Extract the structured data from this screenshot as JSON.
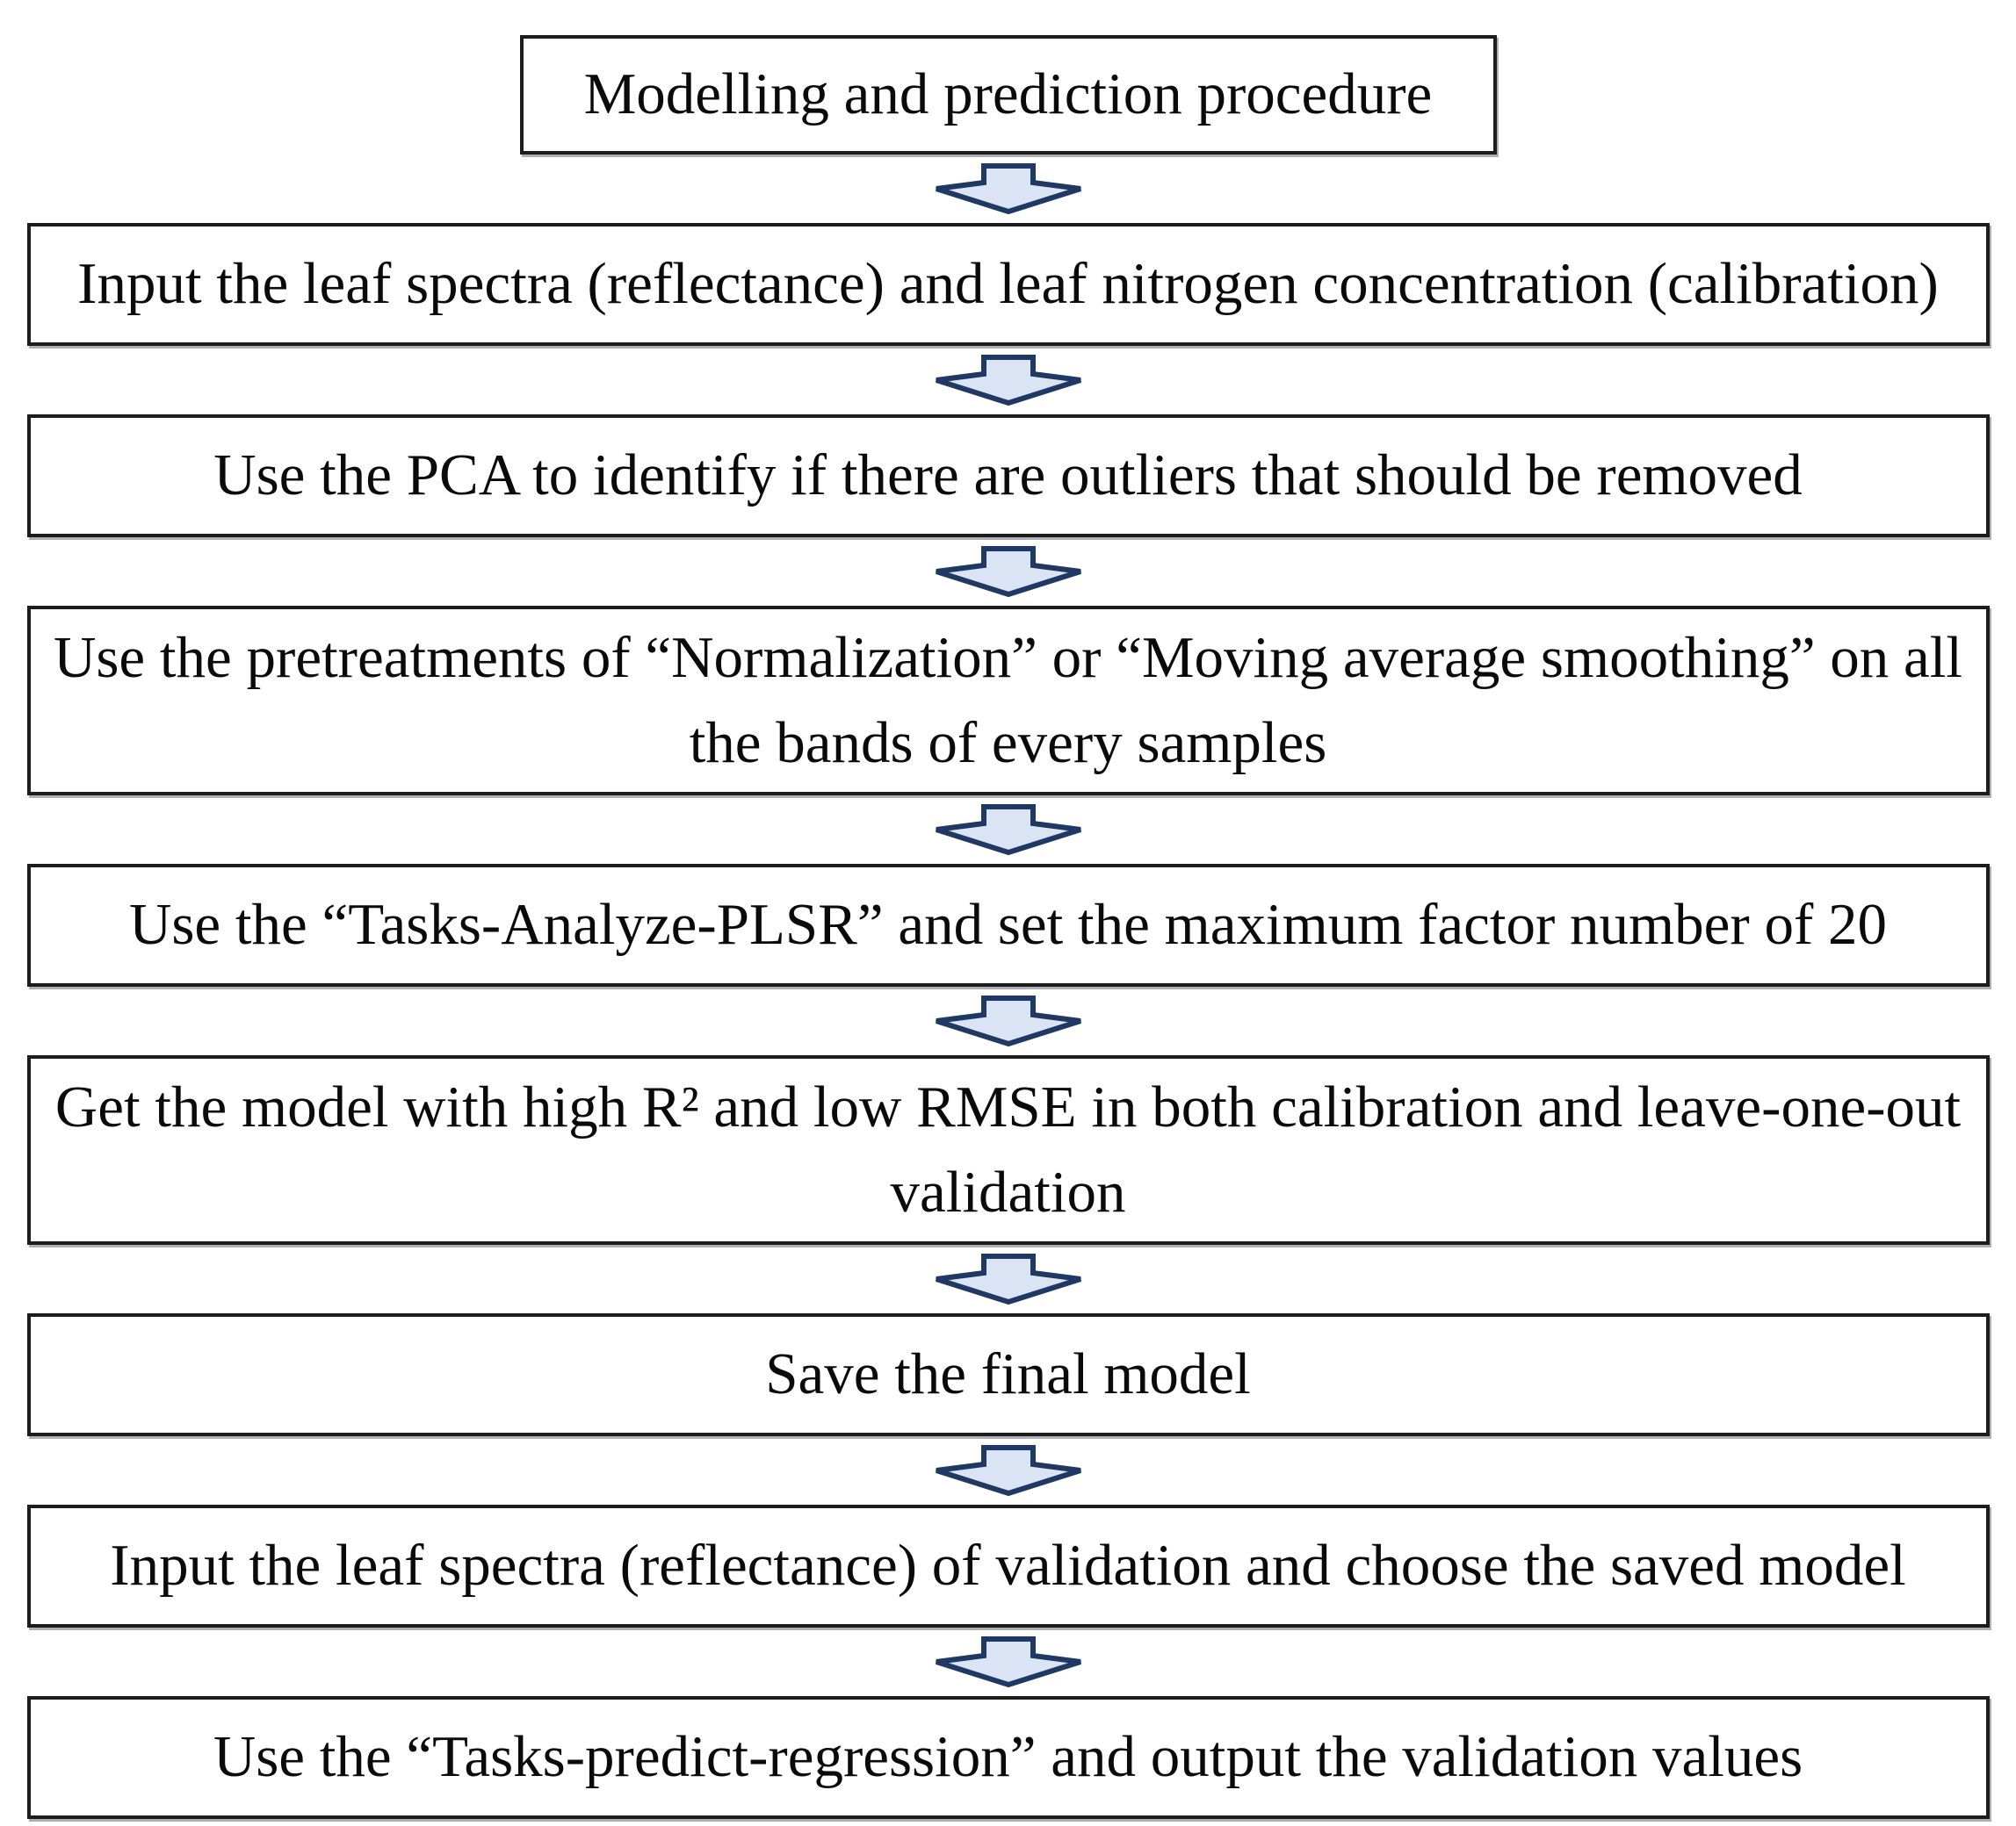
{
  "title": "Modelling and prediction procedure",
  "steps": [
    {
      "id": "input-calibration",
      "lines": [
        "Input the leaf spectra (reflectance) and leaf nitrogen concentration (calibration)"
      ]
    },
    {
      "id": "pca-outliers",
      "lines": [
        "Use the PCA to identify if there are outliers that should be removed"
      ]
    },
    {
      "id": "pretreatments",
      "lines": [
        "Use the pretreatments of “Normalization” or “Moving average smoothing” on all",
        "the bands of every samples"
      ]
    },
    {
      "id": "plsr-settings",
      "lines": [
        "Use the “Tasks-Analyze-PLSR” and set the maximum factor number of 20"
      ]
    },
    {
      "id": "model-selection",
      "lines": [
        "Get the model with high R² and low RMSE in both calibration and leave-one-out",
        "validation"
      ]
    },
    {
      "id": "save-model",
      "lines": [
        "Save the final model"
      ]
    },
    {
      "id": "input-validation",
      "lines": [
        "Input the leaf spectra (reflectance) of validation and choose the saved model"
      ]
    },
    {
      "id": "predict-regression",
      "lines": [
        "Use the “Tasks-predict-regression” and output the validation values"
      ]
    }
  ],
  "icons": {
    "connector": "down-block-arrow"
  },
  "colors": {
    "arrow_fill": "#dbe4f4",
    "arrow_stroke": "#1f3864",
    "box_border": "#1c1c1c",
    "box_fill": "#ffffff",
    "text": "#000000"
  }
}
